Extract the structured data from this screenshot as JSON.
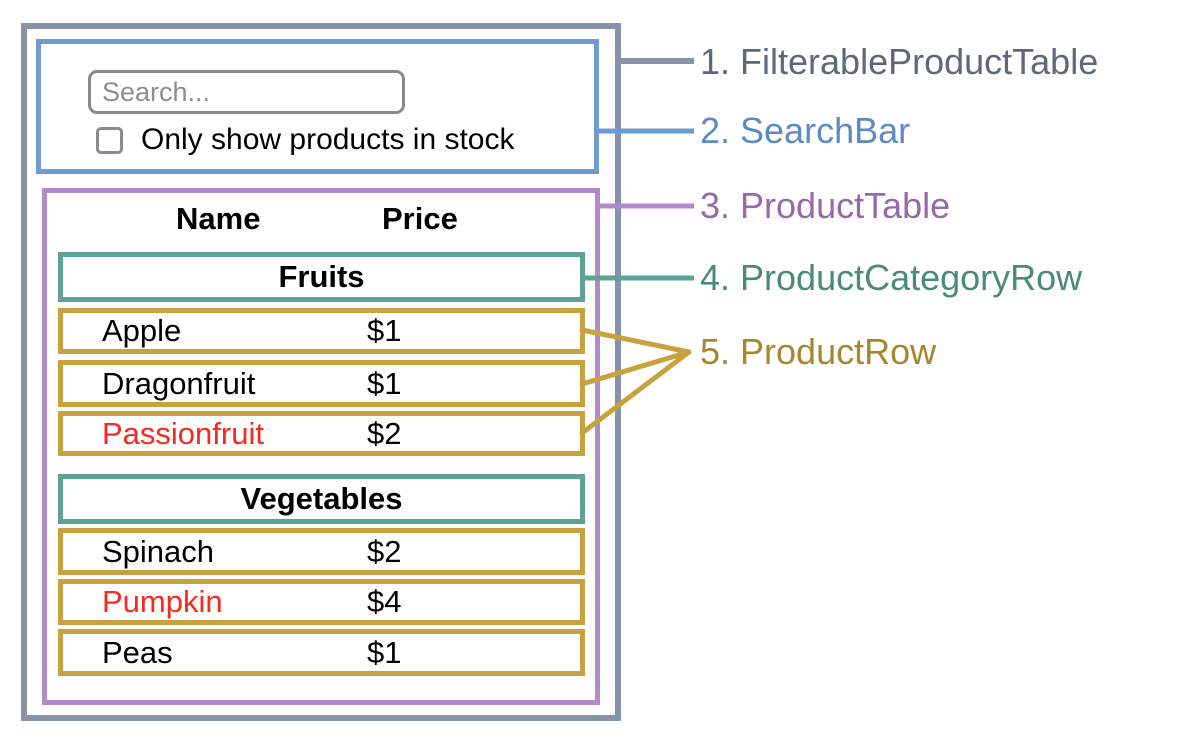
{
  "search_bar": {
    "placeholder": "Search...",
    "checkbox_label": "Only show products in stock"
  },
  "table": {
    "header_name": "Name",
    "header_price": "Price",
    "groups": [
      {
        "category": "Fruits",
        "rows": [
          {
            "name": "Apple",
            "price": "$1",
            "highlighted": false
          },
          {
            "name": "Dragonfruit",
            "price": "$1",
            "highlighted": false
          },
          {
            "name": "Passionfruit",
            "price": "$2",
            "highlighted": true
          }
        ]
      },
      {
        "category": "Vegetables",
        "rows": [
          {
            "name": "Spinach",
            "price": "$2",
            "highlighted": false
          },
          {
            "name": "Pumpkin",
            "price": "$4",
            "highlighted": true
          },
          {
            "name": "Peas",
            "price": "$1",
            "highlighted": false
          }
        ]
      }
    ]
  },
  "legend": {
    "items": [
      {
        "label": "1. FilterableProductTable",
        "color": "#5d6878"
      },
      {
        "label": "2. SearchBar",
        "color": "#5e8ac2"
      },
      {
        "label": "3. ProductTable",
        "color": "#9768aa"
      },
      {
        "label": "4. ProductCategoryRow",
        "color": "#4a8a79"
      },
      {
        "label": "5. ProductRow",
        "color": "#a7862e"
      }
    ]
  },
  "colors": {
    "outer_border": "#8793a8",
    "search_border": "#6f9bd3",
    "table_border": "#b28cca",
    "category_border": "#5da294",
    "row_border": "#c8a23e",
    "highlight_text": "#f5291d",
    "background": "#ffffff"
  }
}
